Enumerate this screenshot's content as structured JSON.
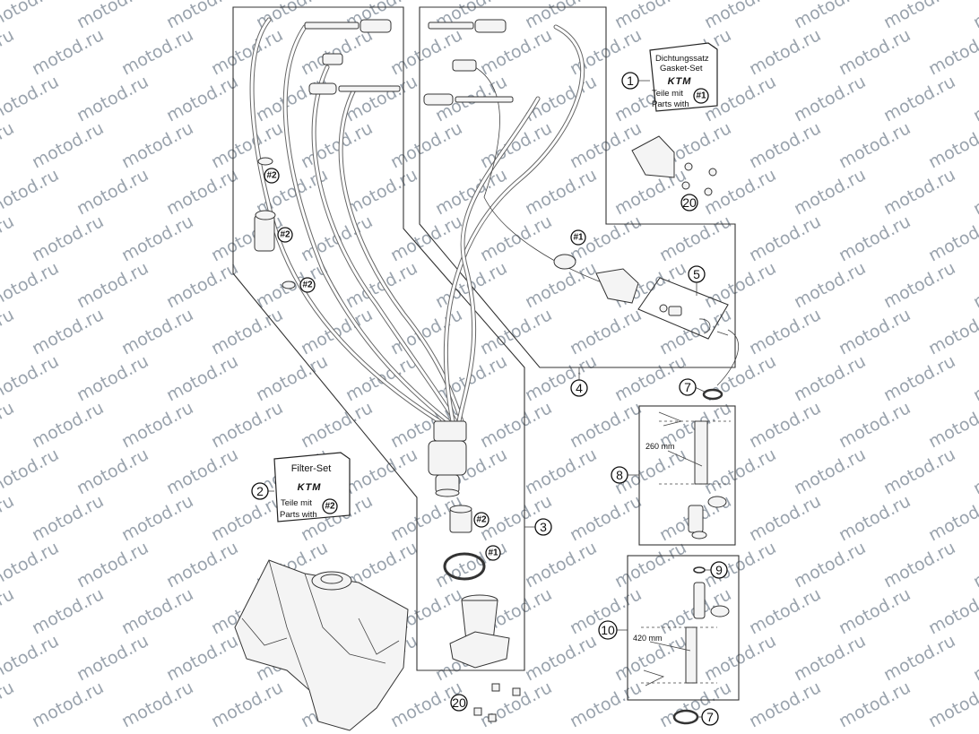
{
  "watermark": "motod.ru",
  "callouts": [
    {
      "id": "c1",
      "label": "1"
    },
    {
      "id": "c2",
      "label": "2"
    },
    {
      "id": "c3",
      "label": "3"
    },
    {
      "id": "c4",
      "label": "4"
    },
    {
      "id": "c5",
      "label": "5"
    },
    {
      "id": "c7a",
      "label": "7"
    },
    {
      "id": "c7b",
      "label": "7"
    },
    {
      "id": "c8",
      "label": "8"
    },
    {
      "id": "c9",
      "label": "9"
    },
    {
      "id": "c10",
      "label": "10"
    },
    {
      "id": "c20a",
      "label": "20"
    },
    {
      "id": "c20b",
      "label": "20"
    }
  ],
  "refs": {
    "r2a": "#2",
    "r2b": "#2",
    "r2c": "#2",
    "r2d": "#2",
    "r2e": "#2",
    "r1a": "#1",
    "r1b": "#1",
    "r1c": "#1"
  },
  "gasket_kit": {
    "line1": "Dichtungssatz",
    "line2": "Gasket-Set",
    "brand": "KTM",
    "line3": "Teile mit",
    "line4": "Parts with"
  },
  "filter_kit": {
    "line1": "Filter-Set",
    "brand": "KTM",
    "line3": "Teile mit",
    "line4": "Parts with"
  },
  "dimensions": {
    "d260": "260 mm",
    "d420": "420 mm"
  }
}
